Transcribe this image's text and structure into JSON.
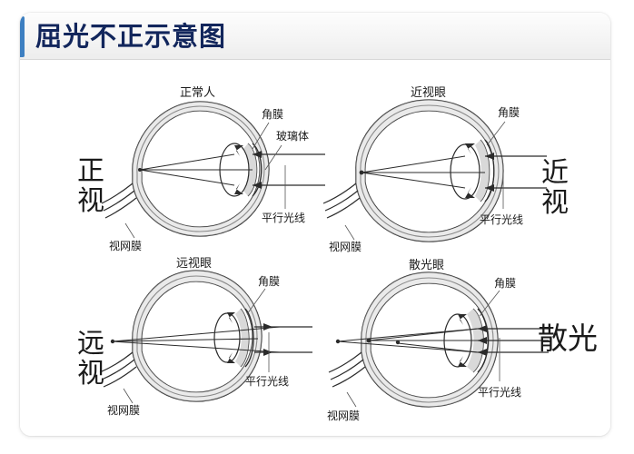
{
  "header": {
    "title": "屈光不正示意图",
    "accent_color": "#3d7fc1",
    "title_color": "#12265c"
  },
  "page": {
    "background": "#ffffff",
    "card_background": "#ffffff"
  },
  "labels": {
    "cornea": "角膜",
    "vitreous": "玻璃体",
    "parallel_rays": "平行光线",
    "retina": "视网膜"
  },
  "panels": [
    {
      "id": "emmetropia",
      "diagram_title": "正常人",
      "side_label": "正视",
      "side_position": "left",
      "labels": [
        "角膜",
        "玻璃体",
        "平行光线",
        "视网膜"
      ]
    },
    {
      "id": "myopia",
      "diagram_title": "近视眼",
      "side_label": "近视",
      "side_position": "right",
      "labels": [
        "角膜",
        "平行光线",
        "视网膜"
      ]
    },
    {
      "id": "hyperopia",
      "diagram_title": "远视眼",
      "side_label": "远视",
      "side_position": "left",
      "labels": [
        "角膜",
        "平行光线",
        "视网膜"
      ]
    },
    {
      "id": "astigmatism",
      "diagram_title": "散光眼",
      "side_label": "散光",
      "side_position": "right",
      "labels": [
        "角膜",
        "平行光线",
        "视网膜"
      ]
    }
  ]
}
